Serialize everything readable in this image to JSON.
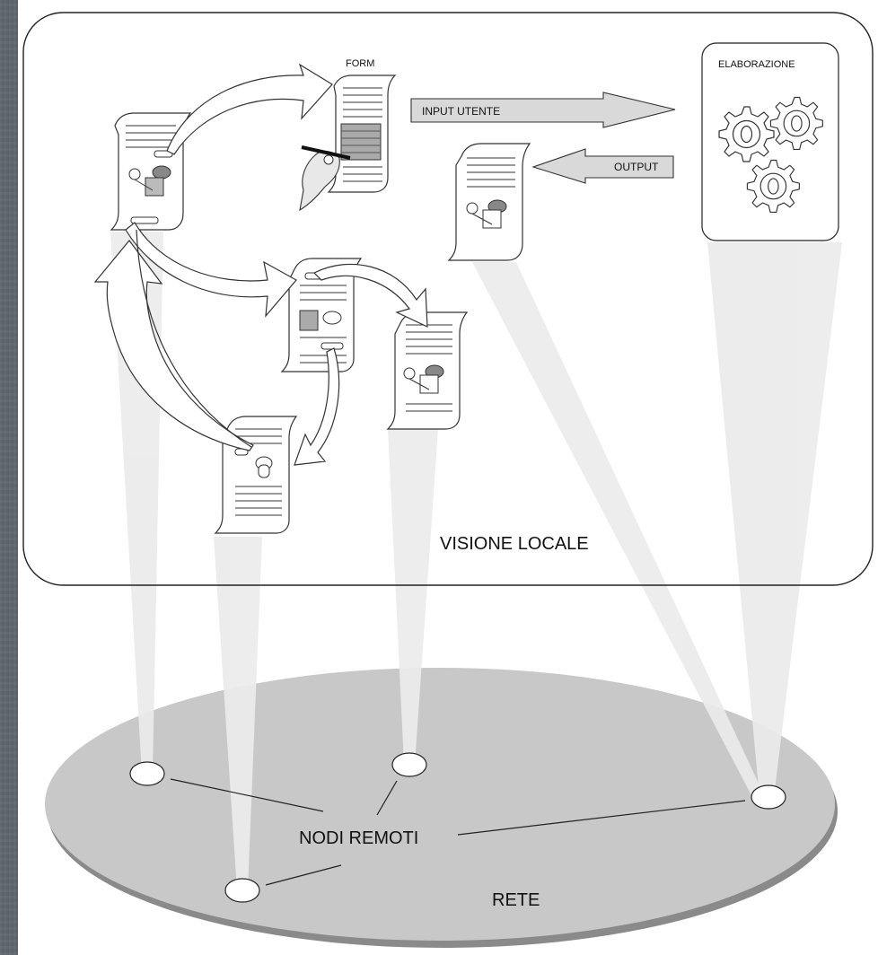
{
  "labels": {
    "form": "FORM",
    "elaboration": "ELABORAZIONE",
    "input": "INPUT UTENTE",
    "output": "OUTPUT",
    "local_view": "VISIONE LOCALE",
    "remote_nodes": "NODI REMOTI",
    "network": "RETE"
  },
  "colors": {
    "network_fill": "#c8c8c8",
    "beam": "#ebebeb",
    "arrow_fill": "#d9d9d9",
    "background": "#5f6770"
  },
  "icons": [
    "document-icon",
    "hand-icon",
    "gear-icon"
  ]
}
